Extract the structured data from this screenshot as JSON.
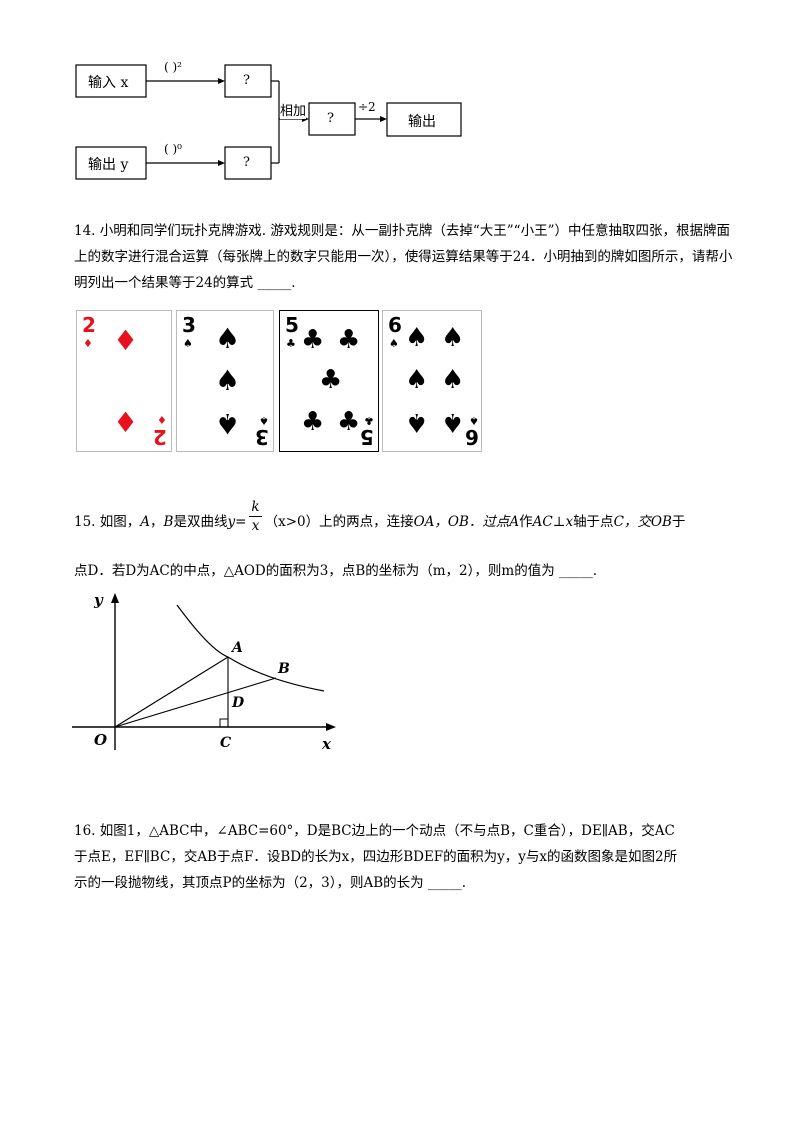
{
  "flowchart": {
    "input_x": "输入 x",
    "input_y": "输出 y",
    "op_square": "(    )²",
    "op_zero": "(    )⁰",
    "unknown": "?",
    "sum_label": "相加",
    "divide_label": "÷2",
    "output": "输出"
  },
  "q14": {
    "number": "14.",
    "text": "小明和同学们玩扑克牌游戏. 游戏规则是：从一副扑克牌（去掉“大王”“小王”）中任意抽取四张，根据牌面上的数字进行混合运算（每张牌上的数字只能用一次），使得运算结果等于24．小明抽到的牌如图所示，请帮小明列出一个结果等于24的算式",
    "blank": "_____."
  },
  "cards": [
    {
      "rank": "2",
      "suit": "♦",
      "suit_name": "diamond",
      "color": "#e8101c"
    },
    {
      "rank": "3",
      "suit": "♠",
      "suit_name": "spade",
      "color": "#000000"
    },
    {
      "rank": "5",
      "suit": "♣",
      "suit_name": "club",
      "color": "#000000"
    },
    {
      "rank": "6",
      "suit": "♠",
      "suit_name": "spade",
      "color": "#000000"
    }
  ],
  "q15": {
    "number": "15.",
    "line1_a": "如图，",
    "line1_b": "A",
    "line1_c": "，",
    "line1_d": "B",
    "line1_e": "是双曲线",
    "func_lhs": "y=",
    "func_num": "k",
    "func_den": "x",
    "func_domain": "（x>0）",
    "line1_f": "上的两点，连接",
    "line1_g": "OA，OB．过点",
    "line1_h": "A",
    "line1_i": "作",
    "line1_j": "AC⊥x",
    "line1_k": "轴于点",
    "line1_l": "C，交",
    "line1_m": "OB",
    "line1_n": "于",
    "line2": "点D．若D为AC的中点，△AOD的面积为3，点B的坐标为（m，2），则m的值为",
    "blank": "_____."
  },
  "figure15": {
    "labels": {
      "y": "y",
      "x": "x",
      "O": "O",
      "A": "A",
      "B": "B",
      "C": "C",
      "D": "D"
    }
  },
  "q16": {
    "number": "16.",
    "line1": "如图1，△ABC中，∠ABC=60°，D是BC边上的一个动点（不与点B，C重合），DE∥AB，交AC",
    "line2": "于点E，EF∥BC，交AB于点F．设BD的长为x，四边形BDEF的面积为y，y与x的函数图象是如图2所",
    "line3": "示的一段抛物线，其顶点P的坐标为（2，3），则AB的长为",
    "blank": "_____."
  }
}
